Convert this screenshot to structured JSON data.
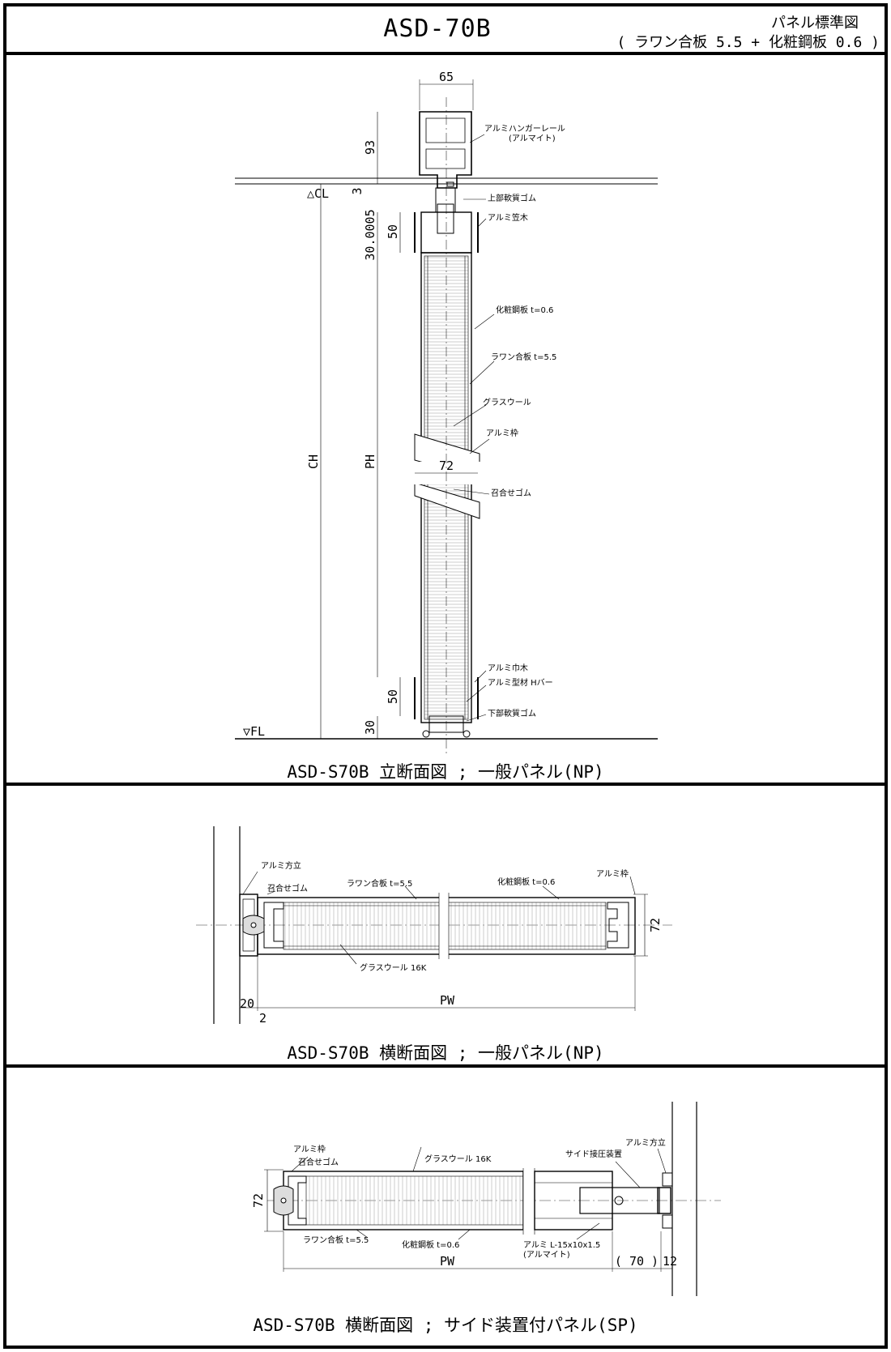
{
  "header": {
    "title": "ASD-70B",
    "subtitle_line1": "パネル標準図",
    "subtitle_line2": "( ラワン合板 5.5 + 化粧鋼板 0.6 )"
  },
  "vertical_section": {
    "caption": "ASD-S70B 立断面図 ; 一般パネル(NP)",
    "level_ceiling": "△CL",
    "level_floor": "▽FL",
    "dims": {
      "width_top": "65",
      "rail_height": "93",
      "gap": "3",
      "top_offset": "30.0005",
      "top_50": "50",
      "ch": "CH",
      "ph": "PH",
      "panel_72": "72",
      "bottom_50": "50",
      "bottom_30": "30"
    },
    "labels": {
      "rail": "アルミハンガーレール",
      "rail_finish": "(アルマイト)",
      "top_rubber": "上部軟質ゴム",
      "top_trim": "アルミ笠木",
      "steel": "化粧鋼板 t=0.6",
      "plywood": "ラワン合板 t=5.5",
      "glasswool": "グラスウール",
      "frame": "アルミ枠",
      "meeting_rubber": "召合せゴム",
      "base": "アルミ巾木",
      "h_bar": "アルミ型材 Hバー",
      "bottom_rubber": "下部軟質ゴム"
    }
  },
  "horizontal_section_np": {
    "caption": "ASD-S70B 横断面図 ; 一般パネル(NP)",
    "labels": {
      "post": "アルミ方立",
      "meeting_rubber": "召合せゴム",
      "plywood": "ラワン合板 t=5.5",
      "steel": "化粧鋼板 t=0.6",
      "frame": "アルミ枠",
      "glasswool": "グラスウール 16K"
    },
    "dims": {
      "d72": "72",
      "d20": "20",
      "d2": "2",
      "pw": "PW"
    }
  },
  "horizontal_section_sp": {
    "caption": "ASD-S70B 横断面図 ; サイド装置付パネル(SP)",
    "labels": {
      "frame": "アルミ枠",
      "meeting_rubber": "召合せゴム",
      "glasswool": "グラスウール 16K",
      "side_device": "サイド接圧装置",
      "post": "アルミ方立",
      "plywood": "ラワン合板 t=5.5",
      "steel": "化粧鋼板 t=0.6",
      "angle": "アルミ L-15x10x1.5",
      "angle_finish": "(アルマイト)"
    },
    "dims": {
      "d72": "72",
      "pw": "PW",
      "d70": "( 70 )",
      "d12": "12"
    }
  }
}
